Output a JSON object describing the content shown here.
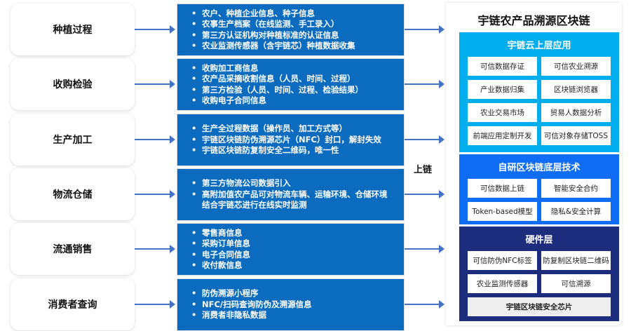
{
  "stages": [
    {
      "label": "种植过程",
      "items": [
        "农户、种植企业信息、种子信息",
        "农事生产档案（在线监测、手工录入）",
        "第三方认证机构对种植标准的认证信息",
        "农业监测传感器（含宇链芯）种植数据收集"
      ]
    },
    {
      "label": "收购检验",
      "items": [
        "收购加工商信息",
        "农产品采摘收割信息（人员、时间、过程）",
        "第三方检验（人员、时间、过程、检验结果）",
        "收购电子合同信息"
      ]
    },
    {
      "label": "生产加工",
      "items": [
        "生产全过程数据（操作员、加工方式等）",
        "宇链区块链防伪溯源芯片（NFC）封口，解封失效",
        "宇链区块链防复制安全二维码，唯一性"
      ]
    },
    {
      "label": "物流仓储",
      "items": [
        "第三方物流公司数据引入",
        "高附加值农产品可对物流车辆、运输环境、仓储环境",
        "结合宇链芯进行在线实时监测"
      ]
    },
    {
      "label": "流通销售",
      "items": [
        "零售商信息",
        "采购订单信息",
        "电子合同信息",
        "收付款信息"
      ]
    },
    {
      "label": "消费者查询",
      "items": [
        "防伪溯源小程序",
        "NFC/扫码查询防伪及溯源信息",
        "消费者非隐私数据"
      ]
    }
  ],
  "onchain_label": "上链",
  "panel": {
    "title": "宇链农产品溯源区块链",
    "cloud": {
      "title": "宇链云上层应用",
      "items": [
        "可信数据存证",
        "可信农业溯源",
        "产业数据归集",
        "区块链浏览器",
        "农业交易市场",
        "贸易人数据分析",
        "前端应用定制开发",
        "可信对象存储TOSS"
      ]
    },
    "core": {
      "title": "自研区块链底层技术",
      "items": [
        "可信数据上链",
        "智能安全合约",
        "Token-based模型",
        "隐私&安全计算"
      ]
    },
    "hardware": {
      "title": "硬件层",
      "items": [
        "可信防伪NFC标签",
        "防复制区块链二维码",
        "农业监测传感器",
        "可信溯源"
      ],
      "chip": "宇链区块链安全芯片"
    }
  },
  "colors": {
    "info": "#0a6bbf",
    "cloud": "#00aeef",
    "core": "#0f6cf5",
    "hardware": "#1c2d7e",
    "arrow": "#4472c4"
  }
}
